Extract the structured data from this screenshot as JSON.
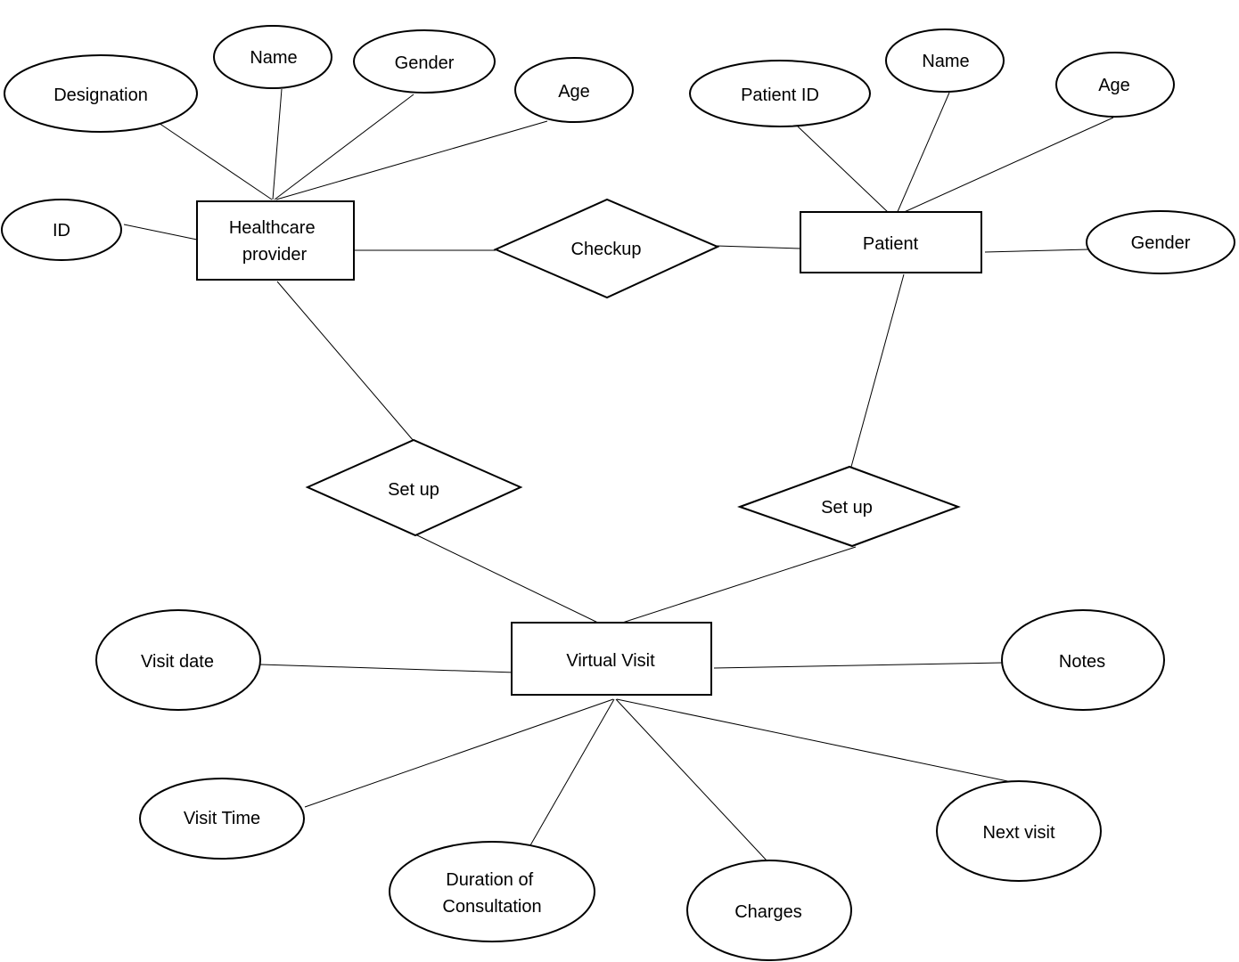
{
  "entities": {
    "healthcare_provider": {
      "lines": [
        "Healthcare",
        "provider"
      ]
    },
    "patient": {
      "lines": [
        "Patient"
      ]
    },
    "virtual_visit": {
      "lines": [
        "Virtual Visit"
      ]
    }
  },
  "relationships": {
    "checkup": "Checkup",
    "provider_setup": "Set up",
    "patient_setup": "Set up"
  },
  "attributes": {
    "provider_designation": "Designation",
    "provider_name": "Name",
    "provider_gender": "Gender",
    "provider_age": "Age",
    "provider_id": "ID",
    "patient_id": "Patient ID",
    "patient_name": "Name",
    "patient_age": "Age",
    "patient_gender": "Gender",
    "visit_date": "Visit date",
    "visit_notes": "Notes",
    "visit_time": "Visit Time",
    "visit_duration": [
      "Duration of",
      "Consultation"
    ],
    "visit_charges": "Charges",
    "visit_next": "Next visit"
  }
}
